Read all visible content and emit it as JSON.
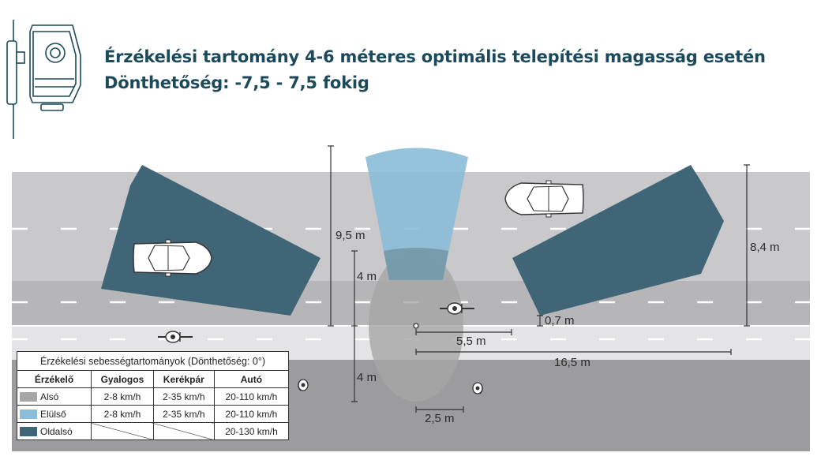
{
  "title": {
    "line1": "Érzékelési tartomány 4-6 méteres optimális telepítési magasság esetén",
    "line2": "Dönthetőség: -7,5 - 7,5 fokig"
  },
  "dimensions": {
    "d_9_5": "9,5 m",
    "d_8_4": "8,4 m",
    "d_4_upper": "4 m",
    "d_4_lower": "4 m",
    "d_0_7": "0,7 m",
    "d_5_5": "5,5 m",
    "d_16_5": "16,5 m",
    "d_2_5": "2,5 m"
  },
  "legend": {
    "caption": "Érzékelési sebességtartományok (Dönthetőség: 0°)",
    "headers": [
      "Érzékelő",
      "Gyalogos",
      "Kerékpár",
      "Autó"
    ],
    "rows": [
      {
        "name": "Alsó",
        "color": "#a6a6a6",
        "pedestrian": "2-8 km/h",
        "bike": "2-35 km/h",
        "car": "20-110 km/h"
      },
      {
        "name": "Elülső",
        "color": "#8bbcd8",
        "pedestrian": "2-8 km/h",
        "bike": "2-35 km/h",
        "car": "20-110 km/h"
      },
      {
        "name": "Oldalsó",
        "color": "#3f6577",
        "pedestrian": "",
        "bike": "",
        "car": "20-130 km/h"
      }
    ]
  },
  "colors": {
    "road": "#c9c9cc",
    "road_lower": "#b6b6b9",
    "sidewalk": "#e4e4e6",
    "side_beam": "#3f6577",
    "front_beam": "#8bbcd8",
    "bottom_zone": "#a6a6a6",
    "title": "#1c4a5b"
  },
  "icons": [
    "sensor-device-icon",
    "car-icon",
    "bicycle-icon",
    "pedestrian-icon"
  ]
}
